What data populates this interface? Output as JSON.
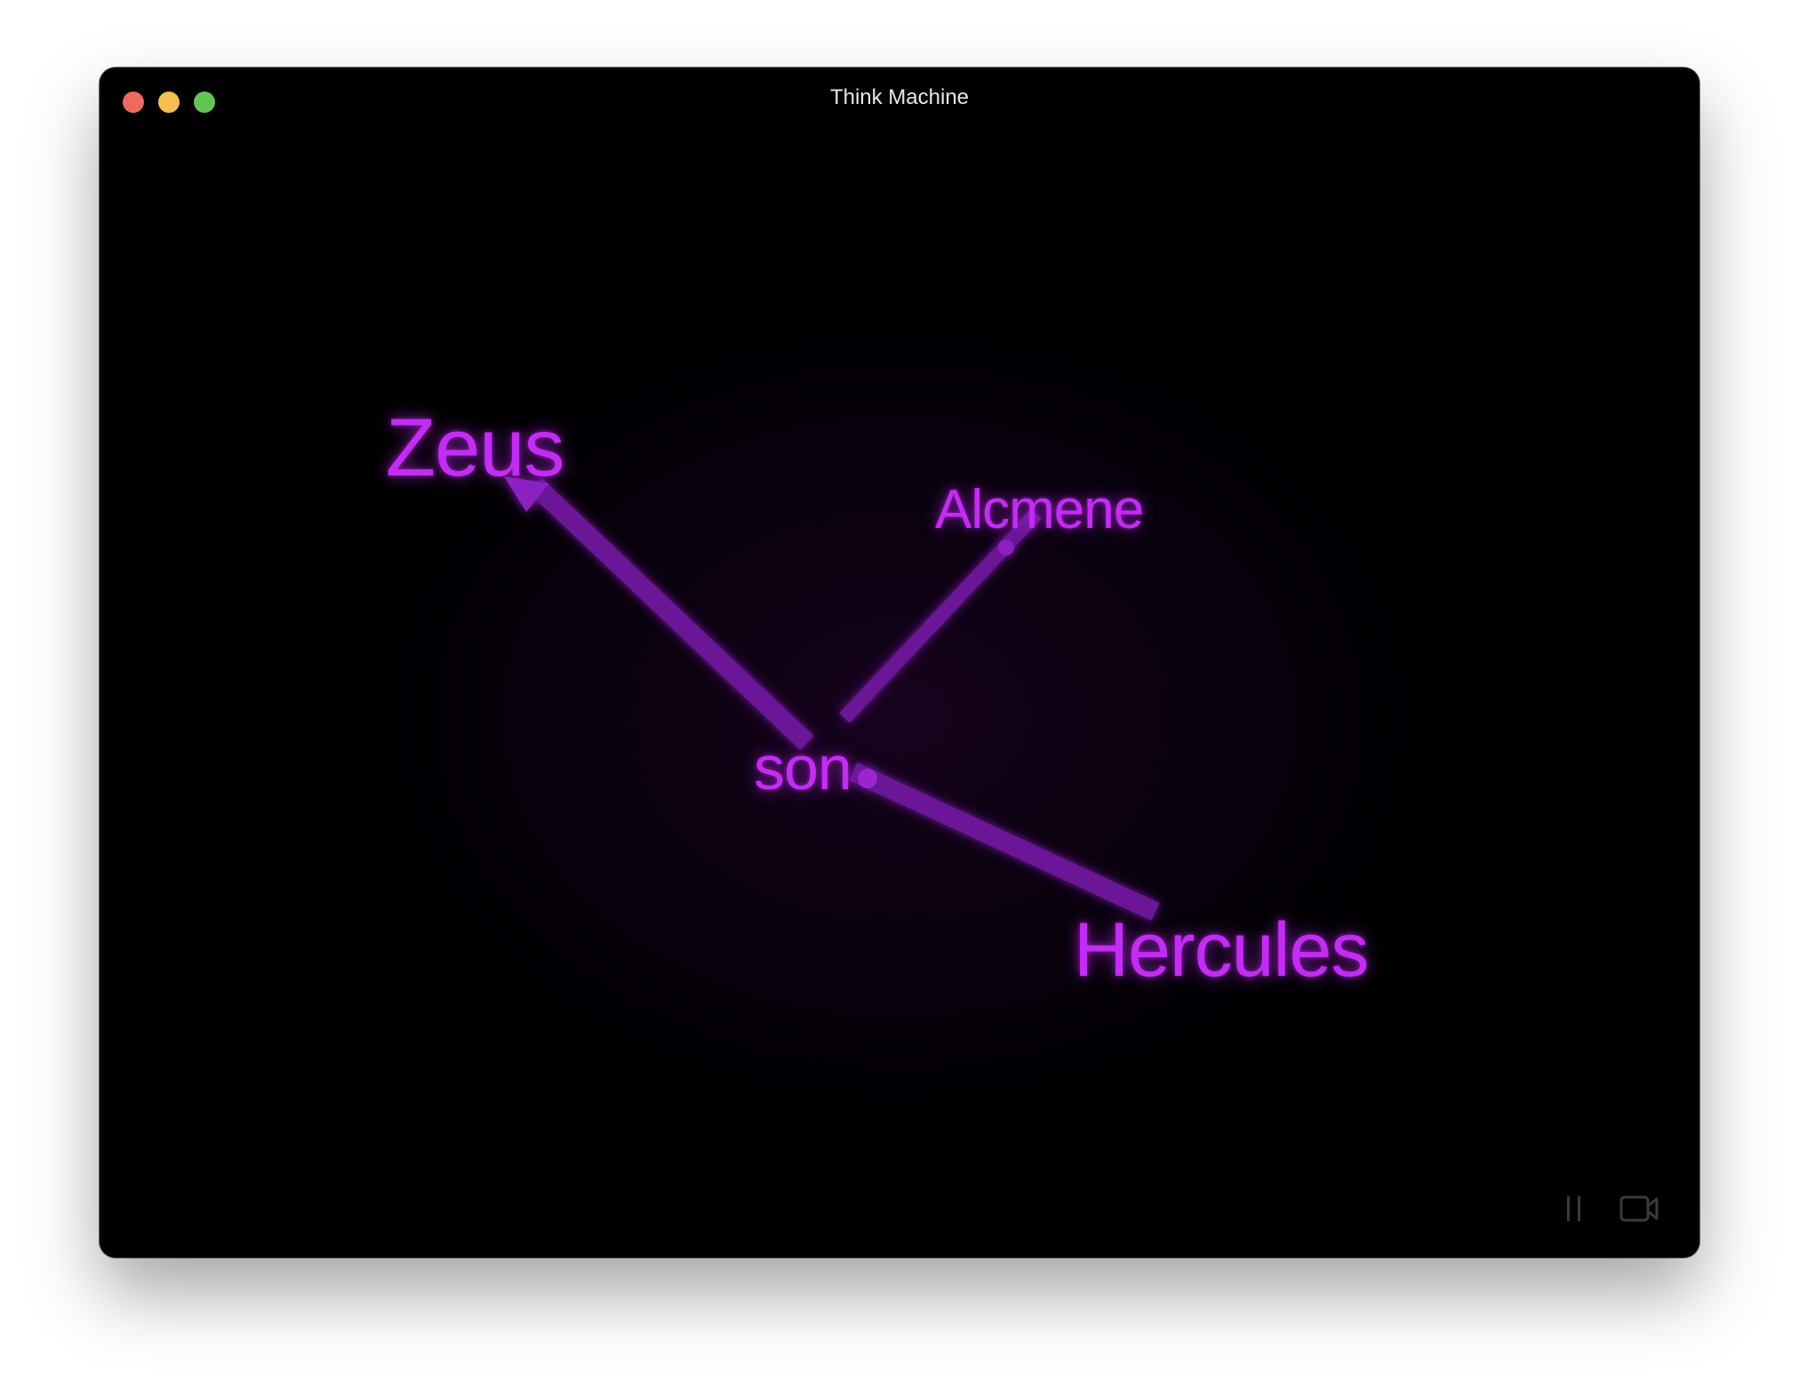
{
  "window": {
    "title": "Think Machine"
  },
  "graph": {
    "nodes": [
      {
        "id": "zeus",
        "label": "Zeus"
      },
      {
        "id": "alcmene",
        "label": "Alcmene"
      },
      {
        "id": "son",
        "label": "son"
      },
      {
        "id": "hercules",
        "label": "Hercules"
      }
    ],
    "edges": [
      {
        "from": "son",
        "to": "zeus"
      },
      {
        "from": "son",
        "to": "alcmene"
      },
      {
        "from": "son",
        "to": "hercules"
      }
    ]
  },
  "controls": {
    "pause_icon": "pause-icon",
    "record_icon": "video-camera-icon"
  },
  "colors": {
    "background": "#000000",
    "node_text": "#c32cf2",
    "edge": "#7a1aa8",
    "control_icon": "#3a3a3a"
  }
}
